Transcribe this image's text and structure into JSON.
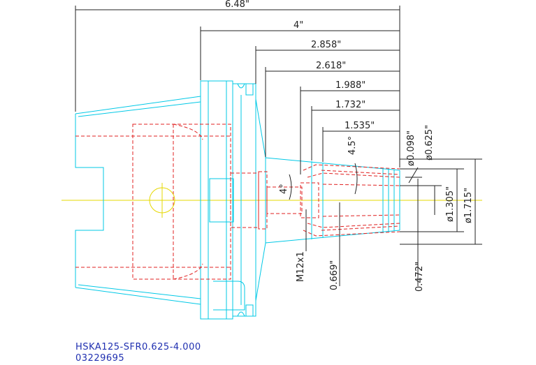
{
  "drawing": {
    "colors": {
      "outline": "#00c8e6",
      "hidden": "#e02020",
      "centerline": "#e6d800",
      "dimension": "#222222",
      "caption": "#1f2fb0"
    },
    "dimensions": {
      "overall_length": "6.48\"",
      "d4": "4\"",
      "d2858": "2.858\"",
      "d2618": "2.618\"",
      "d1988": "1.988\"",
      "d1732": "1.732\"",
      "d1535": "1.535\"",
      "angle_4_5": "4.5°",
      "angle_4": "4°",
      "dia_0098": "ø0.098\"",
      "dia_0625": "ø0.625\"",
      "dia_1305": "ø1.305\"",
      "dia_1715": "ø1.715\"",
      "thread": "M12x1",
      "d0669": "0.669\"",
      "d0472": "0.472\""
    },
    "caption": {
      "part_number": "HSKA125-SFR0.625-4.000",
      "code": "03229695"
    }
  }
}
